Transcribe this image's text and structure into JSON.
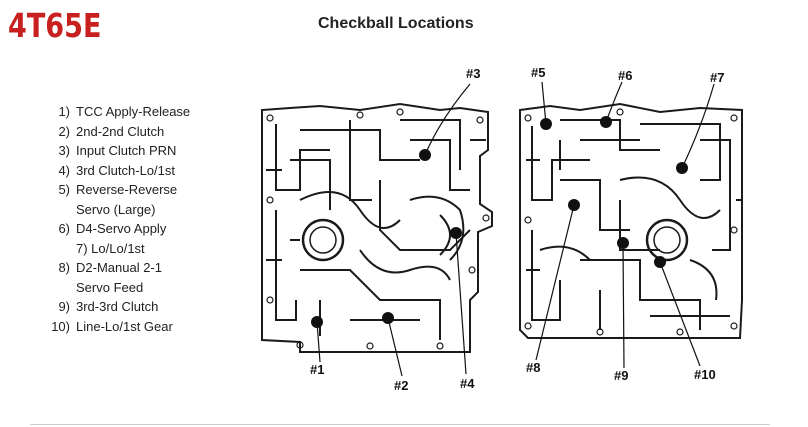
{
  "header": {
    "logo_text": "4T65E",
    "title": "Checkball Locations"
  },
  "legend": [
    {
      "num": "1)",
      "text": "TCC Apply-Release"
    },
    {
      "num": "2)",
      "text": "2nd-2nd Clutch"
    },
    {
      "num": "3)",
      "text": "Input Clutch PRN"
    },
    {
      "num": "4)",
      "text": "3rd Clutch-Lo/1st"
    },
    {
      "num": "5)",
      "text": "Reverse-Reverse",
      "cont": "Servo (Large)"
    },
    {
      "num": "6)",
      "text": "D4-Servo Apply",
      "cont": "7) Lo/Lo/1st"
    },
    {
      "num": "8)",
      "text": "D2-Manual 2-1",
      "cont": "Servo Feed"
    },
    {
      "num": "9)",
      "text": "3rd-3rd Clutch"
    },
    {
      "num": "10)",
      "text": "Line-Lo/1st Gear"
    }
  ],
  "callouts": {
    "c1": "#1",
    "c2": "#2",
    "c3": "#3",
    "c4": "#4",
    "c5": "#5",
    "c6": "#6",
    "c7": "#7",
    "c8": "#8",
    "c9": "#9",
    "c10": "#10"
  }
}
